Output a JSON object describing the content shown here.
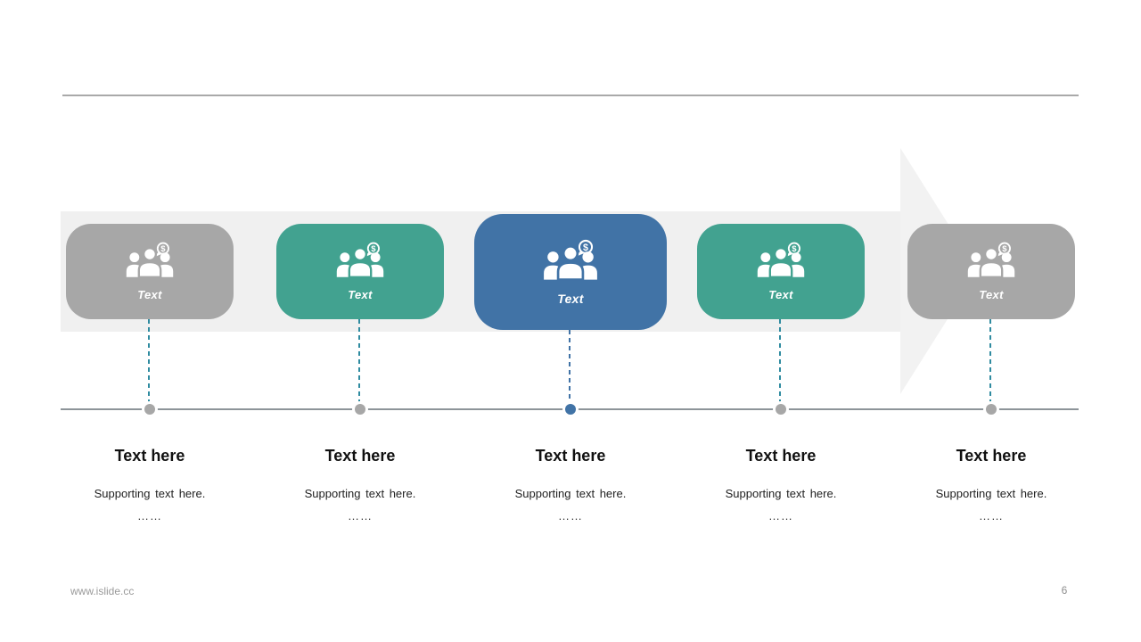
{
  "slide": {
    "footer_url": "www.islide.cc",
    "page_number": "6"
  },
  "decor": {
    "band_color": "#F0F0F0",
    "arrow_color": "#F2F2F2",
    "top_line_color": "#A9A9A9",
    "timeline_color": "#8D9499"
  },
  "icons": {
    "card_icon": "people-money-icon",
    "dollar_glyph": "$"
  },
  "steps": [
    {
      "card_label": "Text",
      "heading": "Text here",
      "support": "Supporting text here.",
      "ellipsis": "……",
      "card_color": "#A7A7A7",
      "dash_color": "#2F8BA0",
      "dot_color": "#A7A7A7",
      "emphasis": false
    },
    {
      "card_label": "Text",
      "heading": "Text here",
      "support": "Supporting text here.",
      "ellipsis": "……",
      "card_color": "#42A290",
      "dash_color": "#2F8BA0",
      "dot_color": "#A7A7A7",
      "emphasis": false
    },
    {
      "card_label": "Text",
      "heading": "Text here",
      "support": "Supporting text here.",
      "ellipsis": "……",
      "card_color": "#4173A6",
      "dash_color": "#4173A6",
      "dot_color": "#4173A6",
      "emphasis": true
    },
    {
      "card_label": "Text",
      "heading": "Text here",
      "support": "Supporting text here.",
      "ellipsis": "……",
      "card_color": "#42A290",
      "dash_color": "#2F8BA0",
      "dot_color": "#A7A7A7",
      "emphasis": false
    },
    {
      "card_label": "Text",
      "heading": "Text here",
      "support": "Supporting text here.",
      "ellipsis": "……",
      "card_color": "#A7A7A7",
      "dash_color": "#2F8BA0",
      "dot_color": "#A7A7A7",
      "emphasis": false
    }
  ]
}
